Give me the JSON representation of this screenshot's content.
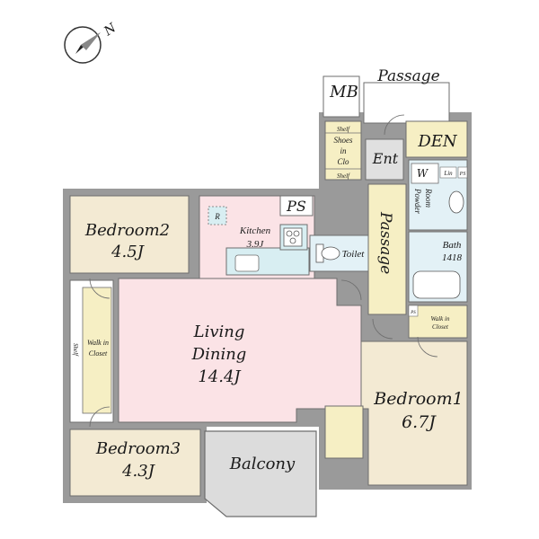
{
  "compass": {
    "north_label": "N"
  },
  "labels": {
    "mb": "MB",
    "passage_top": "Passage",
    "den": "DEN",
    "ent": "Ent",
    "shelf_1": "Shelf",
    "shoes_in_clo": [
      "Shoes",
      "in",
      "Clo"
    ],
    "shelf_2": "Shelf",
    "w": "W",
    "lin": "Lin",
    "ps_small": "PS",
    "powder_room": [
      "Powder",
      "Room"
    ],
    "ps": "PS",
    "r": "R",
    "kitchen": [
      "Kitchen",
      "3.9J"
    ],
    "toilet": "Toilet",
    "passage_vertical": "Passage",
    "bath": [
      "Bath",
      "1418"
    ],
    "bedroom2": [
      "Bedroom2",
      "4.5J"
    ],
    "living_dining": [
      "Living",
      "Dining",
      "14.4J"
    ],
    "shelf_left": "Shelf",
    "walk_in_closet_left": [
      "Walk in",
      "Closet"
    ],
    "ps_tiny": "PS",
    "walk_in_closet_right": [
      "Walk in",
      "Closet"
    ],
    "bedroom1": [
      "Bedroom1",
      "6.7J"
    ],
    "bedroom3": [
      "Bedroom3",
      "4.3J"
    ],
    "balcony": "Balcony"
  },
  "colors": {
    "bedroom": "#f3ead3",
    "living": "#fbe3e6",
    "kitchen": "#d8eef2",
    "wet": "#e3f1f6",
    "den": "#f6efc4",
    "balcony": "#dcdcdc",
    "wall": "#9a9a9a",
    "outline": "#6e6e6e"
  }
}
